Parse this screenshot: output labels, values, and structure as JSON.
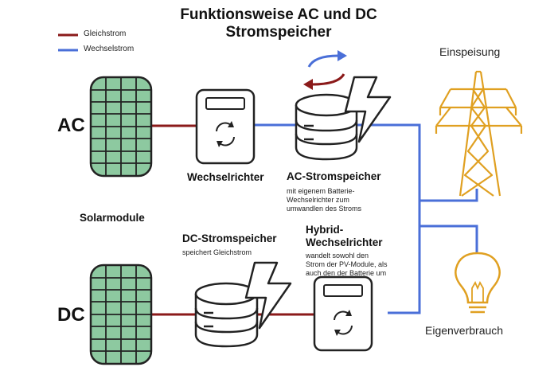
{
  "title_line1": "Funktionsweise AC und DC",
  "title_line2": "Stromspeicher",
  "legend": {
    "dc_label": "Gleichstrom",
    "ac_label": "Wechselstrom",
    "dc_color": "#8b1a1a",
    "ac_color": "#4a6fd8"
  },
  "labels": {
    "ac": "AC",
    "dc": "DC",
    "solarmodule": "Solarmodule",
    "wechselrichter": "Wechselrichter",
    "ac_speicher": "AC-Stromspeicher",
    "ac_speicher_desc": [
      "mit eigenem Batterie-",
      "Wechselrichter zum",
      "umwandlen des Stroms"
    ],
    "dc_speicher": "DC-Stromspeicher",
    "dc_speicher_desc": "speichert Gleichstrom",
    "hybrid_line1": "Hybrid-",
    "hybrid_line2": "Wechselrichter",
    "hybrid_desc": [
      "wandelt sowohl den",
      "Strom der PV-Module, als",
      "auch den der Batterie um"
    ],
    "einspeisung": "Einspeisung",
    "eigenverbrauch": "Eigenverbrauch"
  },
  "icons": [
    "solar-panel-icon",
    "inverter-icon",
    "battery-storage-icon",
    "lightning-icon",
    "power-tower-icon",
    "light-bulb-icon",
    "exchange-arrows-icon"
  ],
  "colors": {
    "solar_green": "#8dc9a0",
    "tower_yellow": "#e0a021"
  }
}
